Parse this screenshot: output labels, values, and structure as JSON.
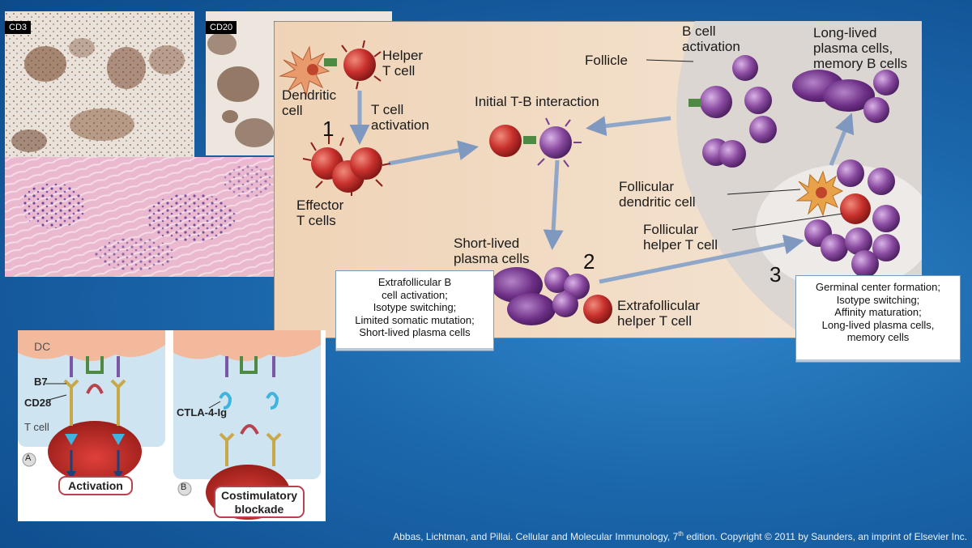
{
  "micrographs": {
    "cd3_label": "CD3",
    "cd20_label": "CD20"
  },
  "main_diagram": {
    "labels": {
      "dendritic_cell": "Dendritic\ncell",
      "helper_t_cell": "Helper\nT cell",
      "t_cell_activation": "T cell\nactivation",
      "effector_t_cells": "Effector\nT cells",
      "initial_tb": "Initial T-B interaction",
      "follicle": "Follicle",
      "b_cell_activation": "B cell\nactivation",
      "long_lived": "Long-lived\nplasma cells,\nmemory B cells",
      "follicular_dc": "Follicular\ndendritic cell",
      "follicular_helper": "Follicular\nhelper T cell",
      "short_lived": "Short-lived\nplasma cells",
      "extrafollicular_helper": "Extrafollicular\nhelper T cell"
    },
    "numbers": {
      "one": "1",
      "two": "2",
      "three": "3"
    },
    "extrafollicular_box": [
      "Extrafollicular B",
      "cell activation;",
      "Isotype switching;",
      "Limited somatic mutation;",
      "Short-lived plasma cells"
    ],
    "germinal_box": [
      "Germinal center formation;",
      "Isotype switching;",
      "Affinity maturation;",
      "Long-lived plasma cells,",
      "memory cells"
    ]
  },
  "costim_diagram": {
    "dc": "DC",
    "b7": "B7",
    "cd28": "CD28",
    "t_cell": "T cell",
    "ctla4": "CTLA-4-Ig",
    "panel_a": "A",
    "panel_b": "B",
    "activation": "Activation",
    "blockade": "Costimulatory\nblockade"
  },
  "footer": {
    "before": "Abbas, Lichtman, and Pillai. Cellular and Molecular Immunology, 7",
    "sup": "th",
    "after": " edition. Copyright © 2011 by Saunders, an imprint of Elsevier Inc."
  },
  "colors": {
    "background": "#1b66ab",
    "t_cell": "#c8302c",
    "b_cell": "#7a3f8e",
    "arrow": "#8ea6c8",
    "panel": "#f0d9c0"
  }
}
